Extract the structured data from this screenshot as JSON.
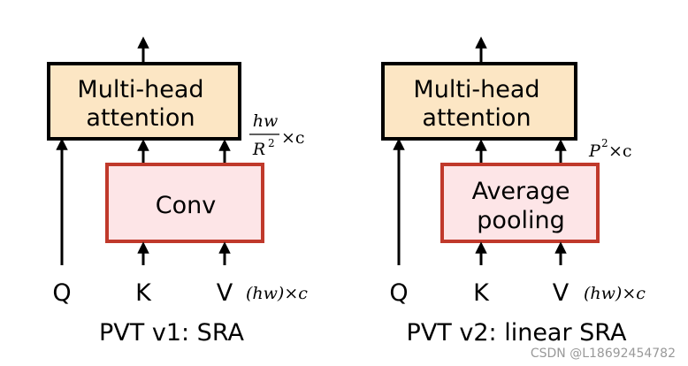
{
  "colors": {
    "attention_fill": "#FCE6C4",
    "attention_border": "#000000",
    "reduce_fill": "#FDE5E7",
    "reduce_border": "#C0392B",
    "line": "#000000",
    "watermark": "#999999"
  },
  "left": {
    "attention_line1": "Multi-head",
    "attention_line2": "attention",
    "reduce_label": "Conv",
    "dim_num": "hw",
    "dim_den_base": "R",
    "dim_den_exp": "2",
    "dim_times": "×c",
    "q": "Q",
    "k": "K",
    "v": "V",
    "input_dim": "(hw)×c",
    "caption": "PVT v1: SRA"
  },
  "right": {
    "attention_line1": "Multi-head",
    "attention_line2": "attention",
    "reduce_line1": "Average",
    "reduce_line2": "pooling",
    "dim_base": "P",
    "dim_exp": "2",
    "dim_times": " ×c",
    "q": "Q",
    "k": "K",
    "v": "V",
    "input_dim": "(hw)×c",
    "caption": "PVT v2: linear SRA"
  },
  "watermark": "CSDN @L18692454782"
}
